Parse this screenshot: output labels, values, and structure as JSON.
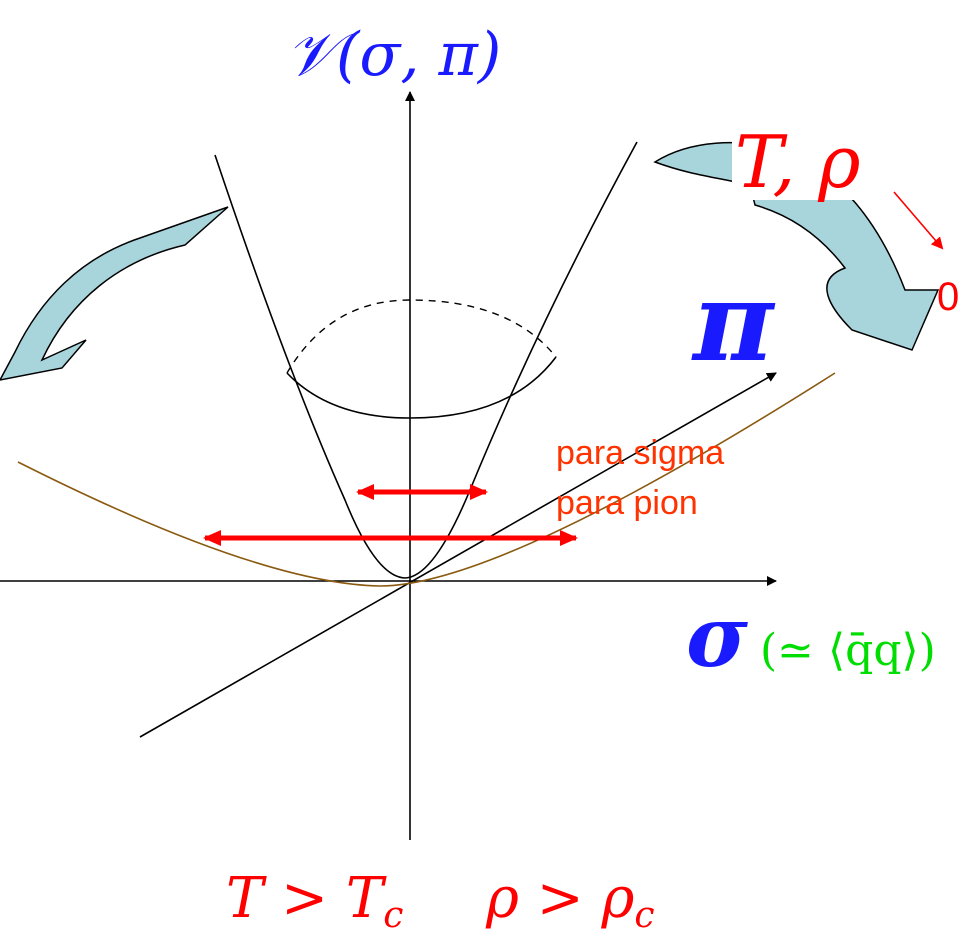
{
  "potential_label": "𝒱(σ, π)",
  "temperature_density_label": "T, ρ",
  "zero_label": "0",
  "pi_axis_label": "π",
  "sigma_axis_label": "σ",
  "sigma_relation_label": "(≃ ⟨q̄q⟩)",
  "para_sigma_label": "para sigma",
  "para_pion_label": "para pion",
  "condition_temperature": "T > T",
  "condition_temperature_sub": "c",
  "condition_density": "ρ > ρ",
  "condition_density_sub": "c",
  "colors": {
    "blue": "#1a1aff",
    "red": "#ff0000",
    "green": "#00dd00",
    "orange_red": "#ff3300",
    "brown": "#8a5a10",
    "arrow_fill": "#a8d4dc"
  }
}
